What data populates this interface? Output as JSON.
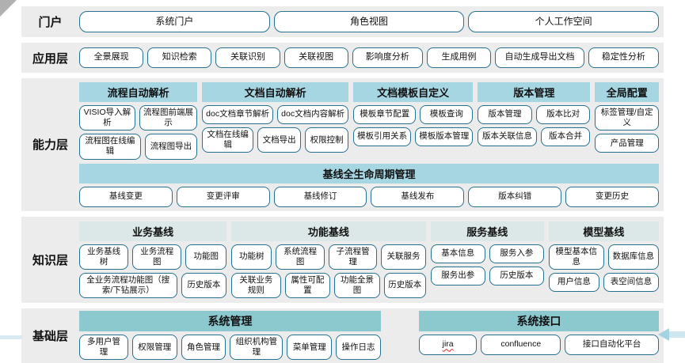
{
  "colors": {
    "band_background": "#ECECEC",
    "capability_header": "#A7D6E3",
    "knowledge_header": "#DCE8E7",
    "foundation_header": "#8CC9CF",
    "button_border": "#26718E",
    "corner_decoration": "#B0B0B0",
    "arrow_decoration": "#A3D3E0",
    "misspell_underline": "#E03C3C"
  },
  "misspelled_labels": [
    "jira"
  ],
  "layers": [
    {
      "id": "portal",
      "label": "门户",
      "buttons": [
        "系统门户",
        "角色视图",
        "个人工作空间"
      ]
    },
    {
      "id": "application",
      "label": "应用层",
      "buttons": [
        "全景展现",
        "知识检索",
        "关联识别",
        "关联视图",
        "影响度分析",
        "生成用例",
        "自动生成导出文档",
        "稳定性分析"
      ]
    },
    {
      "id": "capability",
      "label": "能力层",
      "groups": [
        {
          "title": "流程自动解析",
          "rows": [
            [
              "VISIO导入解析",
              "流程图前端展示"
            ],
            [
              "流程图在线编辑",
              "流程图导出"
            ]
          ]
        },
        {
          "title": "文档自动解析",
          "rows": [
            [
              "doc文档章节解析",
              "doc文档内容解析"
            ],
            [
              "文档在线编辑",
              "文档导出",
              "权限控制"
            ]
          ]
        },
        {
          "title": "文档模板自定义",
          "rows": [
            [
              "模板章节配置",
              "模板查询"
            ],
            [
              "模板引用关系",
              "模板版本管理"
            ]
          ]
        },
        {
          "title": "版本管理",
          "rows": [
            [
              "版本管理",
              "版本比对"
            ],
            [
              "版本关联信息",
              "版本合并"
            ]
          ]
        },
        {
          "title": "全局配置",
          "rows": [
            [
              "标签管理/自定义"
            ],
            [
              "产品管理"
            ]
          ]
        }
      ],
      "baseline": {
        "title": "基线全生命周期管理",
        "buttons": [
          "基线变更",
          "变更评审",
          "基线修订",
          "基线发布",
          "版本纠错",
          "变更历史"
        ]
      }
    },
    {
      "id": "knowledge",
      "label": "知识层",
      "groups": [
        {
          "title": "业务基线",
          "rows": [
            [
              "业务基线树",
              "业务流程图",
              "功能图"
            ],
            [
              "全业务流程功能图（搜索/下钻展示）",
              "历史版本"
            ]
          ]
        },
        {
          "title": "功能基线",
          "rows": [
            [
              "功能树",
              "系统流程图",
              "子流程管理",
              "关联服务"
            ],
            [
              "关联业务规则",
              "属性可配置",
              "功能全景图",
              "历史版本"
            ]
          ]
        },
        {
          "title": "服务基线",
          "rows": [
            [
              "基本信息",
              "服务入参"
            ],
            [
              "服务出参",
              "历史版本"
            ]
          ]
        },
        {
          "title": "模型基线",
          "rows": [
            [
              "模型基本信息",
              "数据库信息"
            ],
            [
              "用户信息",
              "表空间信息"
            ]
          ]
        }
      ]
    },
    {
      "id": "foundation",
      "label": "基础层",
      "groups": [
        {
          "title": "系统管理",
          "rows": [
            [
              "多用户管理",
              "权限管理",
              "角色管理",
              "组织机构管理",
              "菜单管理",
              "操作日志"
            ]
          ]
        },
        {
          "title": "系统接口",
          "rows": [
            [
              "jira",
              "confluence",
              "接口自动化平台"
            ]
          ]
        }
      ]
    }
  ]
}
